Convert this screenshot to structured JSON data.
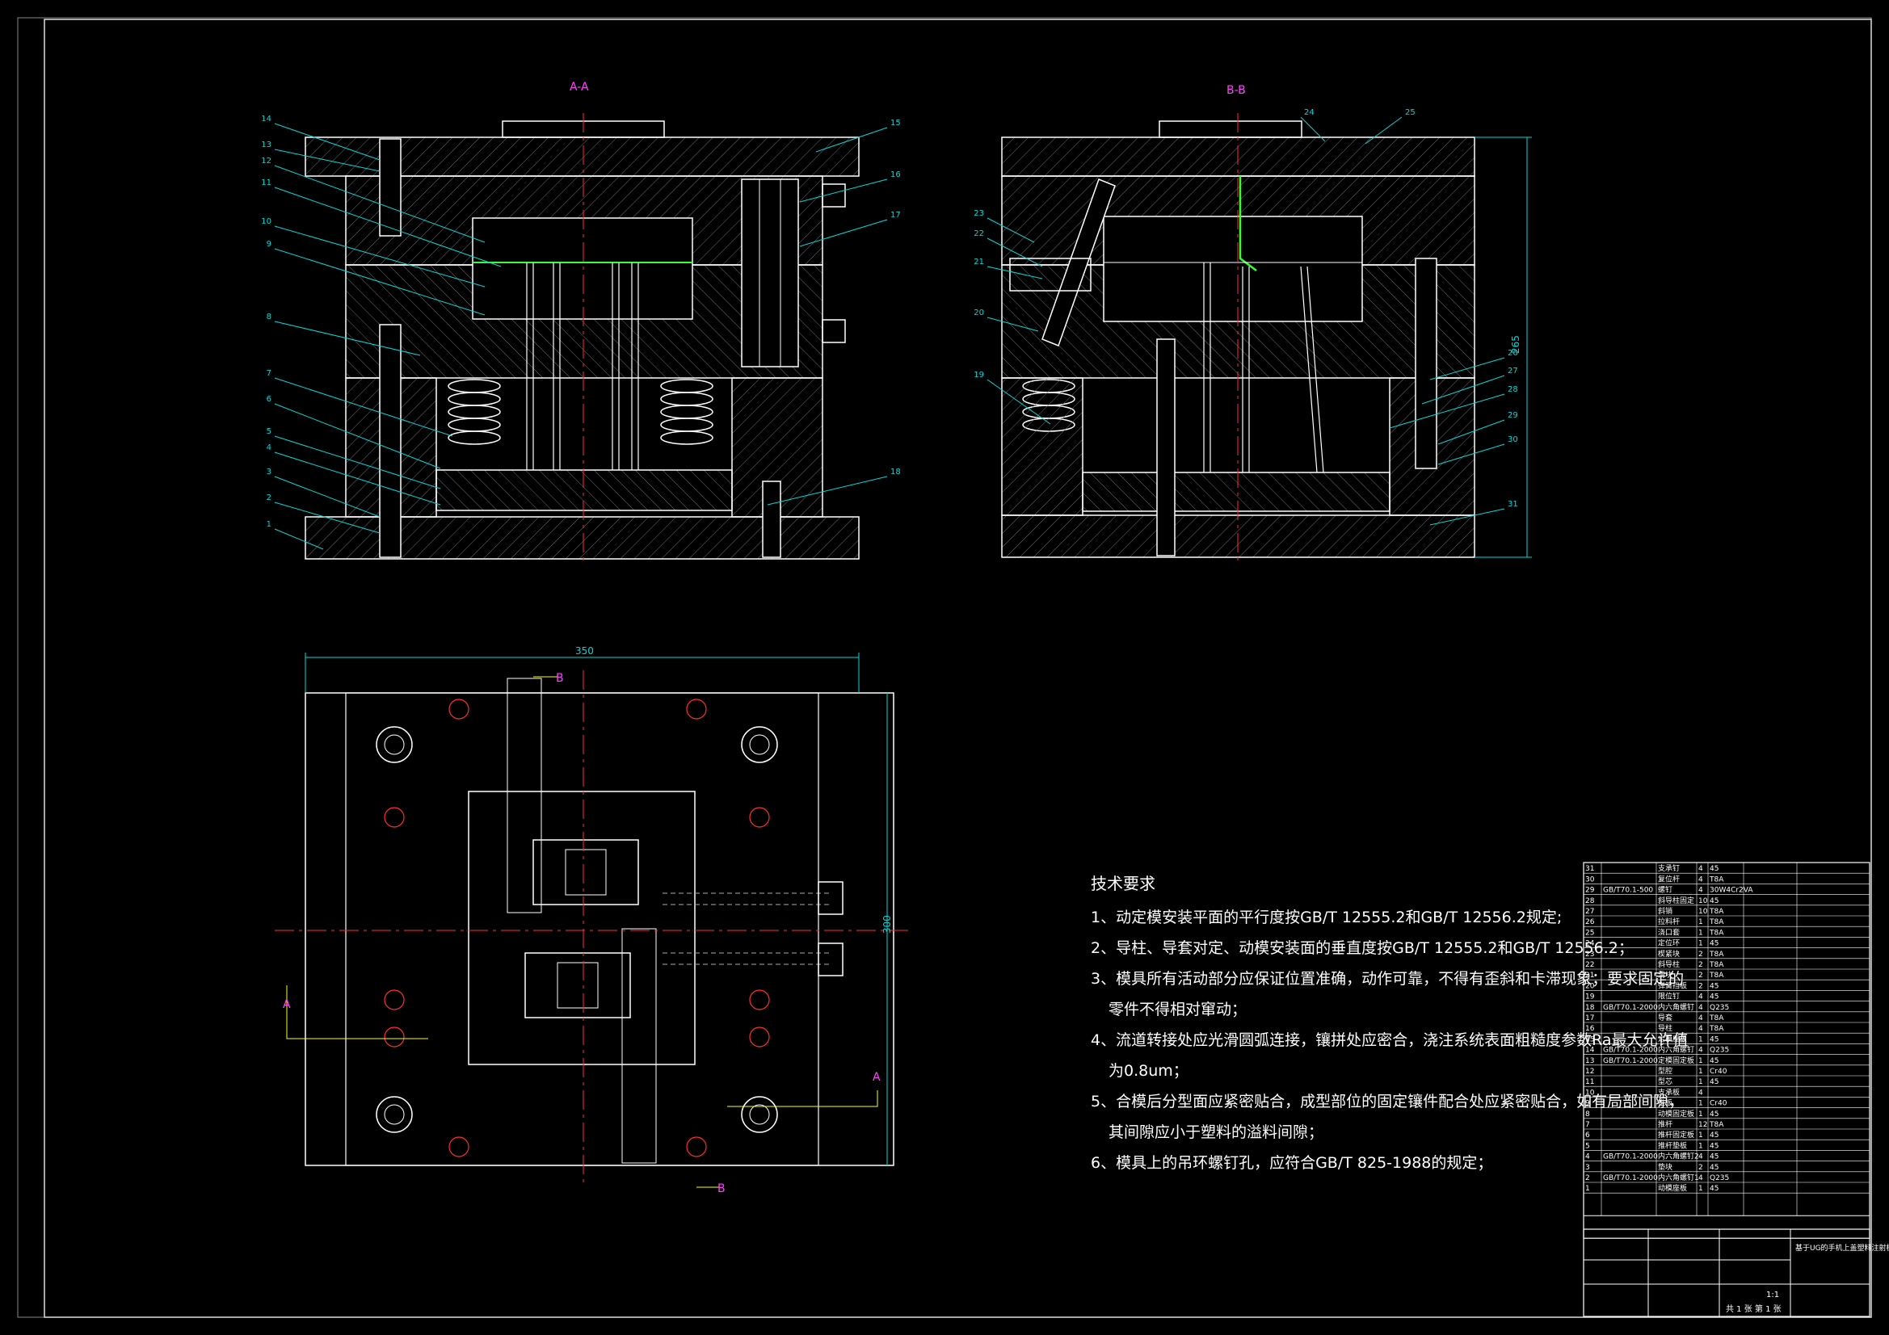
{
  "views": {
    "section_a": {
      "label": "A-A"
    },
    "section_b": {
      "label": "B-B"
    }
  },
  "section_a_callouts": [
    "15",
    "14",
    "13",
    "12",
    "11",
    "10",
    "9",
    "8",
    "7",
    "6",
    "5",
    "4",
    "3",
    "2",
    "1",
    "16",
    "17",
    "18"
  ],
  "section_b_callouts": [
    "24",
    "25",
    "23",
    "22",
    "21",
    "20",
    "19",
    "26",
    "27",
    "28",
    "29",
    "30",
    "31"
  ],
  "section_b_dims": {
    "height": "265"
  },
  "plan_dims": {
    "width": "350",
    "height": "300"
  },
  "plan_section_marks": {
    "a": "A",
    "b": "B"
  },
  "technical_requirements": {
    "title": "技术要求",
    "items": [
      "1、动定模安装平面的平行度按GB/T 12555.2和GB/T 12556.2规定;",
      "2、导柱、导套对定、动模安装面的垂直度按GB/T 12555.2和GB/T 12556.2；",
      "3、模具所有活动部分应保证位置准确，动作可靠，不得有歪斜和卡滞现象；要求固定的",
      "零件不得相对窜动；",
      "4、流道转接处应光滑圆弧连接，镶拼处应密合，浇注系统表面粗糙度参数Ra最大允许值",
      "为0.8um；",
      "5、合模后分型面应紧密贴合，成型部位的固定镶件配合处应紧密贴合，如有局部间隙，",
      "其间隙应小于塑料的溢料间隙；",
      "6、模具上的吊环螺钉孔，应符合GB/T 825-1988的规定；"
    ]
  },
  "bom": [
    {
      "no": "31",
      "std": "",
      "name": "支承钉",
      "qty": "4",
      "mat": "45",
      "note": ""
    },
    {
      "no": "30",
      "std": "",
      "name": "复位杆",
      "qty": "4",
      "mat": "T8A",
      "note": ""
    },
    {
      "no": "29",
      "std": "GB/T70.1-500",
      "name": "螺钉",
      "qty": "4",
      "mat": "30W4Cr2VA",
      "note": ""
    },
    {
      "no": "28",
      "std": "",
      "name": "斜导柱固定",
      "qty": "10",
      "mat": "45",
      "note": ""
    },
    {
      "no": "27",
      "std": "",
      "name": "斜销",
      "qty": "10",
      "mat": "T8A",
      "note": ""
    },
    {
      "no": "26",
      "std": "",
      "name": "拉料杆",
      "qty": "1",
      "mat": "T8A",
      "note": ""
    },
    {
      "no": "25",
      "std": "",
      "name": "浇口套",
      "qty": "1",
      "mat": "T8A",
      "note": ""
    },
    {
      "no": "24",
      "std": "",
      "name": "定位环",
      "qty": "1",
      "mat": "45",
      "note": ""
    },
    {
      "no": "23",
      "std": "",
      "name": "楔紧块",
      "qty": "2",
      "mat": "T8A",
      "note": ""
    },
    {
      "no": "22",
      "std": "",
      "name": "斜导柱",
      "qty": "2",
      "mat": "T8A",
      "note": ""
    },
    {
      "no": "21",
      "std": "",
      "name": "滑块",
      "qty": "2",
      "mat": "T8A",
      "note": ""
    },
    {
      "no": "20",
      "std": "",
      "name": "弹簧挡板",
      "qty": "2",
      "mat": "45",
      "note": ""
    },
    {
      "no": "19",
      "std": "",
      "name": "限位钉",
      "qty": "4",
      "mat": "45",
      "note": ""
    },
    {
      "no": "18",
      "std": "GB/T70.1-2000",
      "name": "内六角螺钉",
      "qty": "4",
      "mat": "Q235",
      "note": ""
    },
    {
      "no": "17",
      "std": "",
      "name": "导套",
      "qty": "4",
      "mat": "T8A",
      "note": ""
    },
    {
      "no": "16",
      "std": "",
      "name": "导柱",
      "qty": "4",
      "mat": "T8A",
      "note": ""
    },
    {
      "no": "15",
      "std": "",
      "name": "定模座板",
      "qty": "1",
      "mat": "45",
      "note": ""
    },
    {
      "no": "14",
      "std": "GB/T70.1-2000",
      "name": "内六角螺钉",
      "qty": "4",
      "mat": "Q235",
      "note": ""
    },
    {
      "no": "13",
      "std": "GB/T70.1-2000",
      "name": "定模固定板",
      "qty": "1",
      "mat": "45",
      "note": ""
    },
    {
      "no": "12",
      "std": "",
      "name": "型腔",
      "qty": "1",
      "mat": "Cr40",
      "note": ""
    },
    {
      "no": "11",
      "std": "",
      "name": "型芯",
      "qty": "1",
      "mat": "45",
      "note": ""
    },
    {
      "no": "10",
      "std": "",
      "name": "支承板",
      "qty": "4",
      "mat": "",
      "note": ""
    },
    {
      "no": "9",
      "std": "",
      "name": "推板",
      "qty": "1",
      "mat": "Cr40",
      "note": ""
    },
    {
      "no": "8",
      "std": "",
      "name": "动模固定板",
      "qty": "1",
      "mat": "45",
      "note": ""
    },
    {
      "no": "7",
      "std": "",
      "name": "推杆",
      "qty": "12",
      "mat": "T8A",
      "note": ""
    },
    {
      "no": "6",
      "std": "",
      "name": "推杆固定板",
      "qty": "1",
      "mat": "45",
      "note": ""
    },
    {
      "no": "5",
      "std": "",
      "name": "推杆垫板",
      "qty": "1",
      "mat": "45",
      "note": ""
    },
    {
      "no": "4",
      "std": "GB/T70.1-2000",
      "name": "内六角螺钉2",
      "qty": "4",
      "mat": "45",
      "note": ""
    },
    {
      "no": "3",
      "std": "",
      "name": "垫块",
      "qty": "2",
      "mat": "45",
      "note": ""
    },
    {
      "no": "2",
      "std": "GB/T70.1-2000",
      "name": "内六角螺钉1",
      "qty": "4",
      "mat": "Q235",
      "note": ""
    },
    {
      "no": "1",
      "std": "",
      "name": "动模座板",
      "qty": "1",
      "mat": "45",
      "note": ""
    }
  ],
  "title_block": {
    "drawing_title": "基于UG的手机上盖塑料注射模具设计",
    "scale": "1:1",
    "sheets": "共 1 张  第 1 张"
  },
  "colors": {
    "background": "#000000",
    "line": "#ffffff",
    "hatch": "#7a7a7a",
    "centerline": "#ff2d2d",
    "callout": "#00d8d8",
    "label": "#ff40ff",
    "highlight": "#33ff33",
    "text": "#ffffff",
    "dim": "#00d8d8",
    "mark": "#ffff00"
  }
}
